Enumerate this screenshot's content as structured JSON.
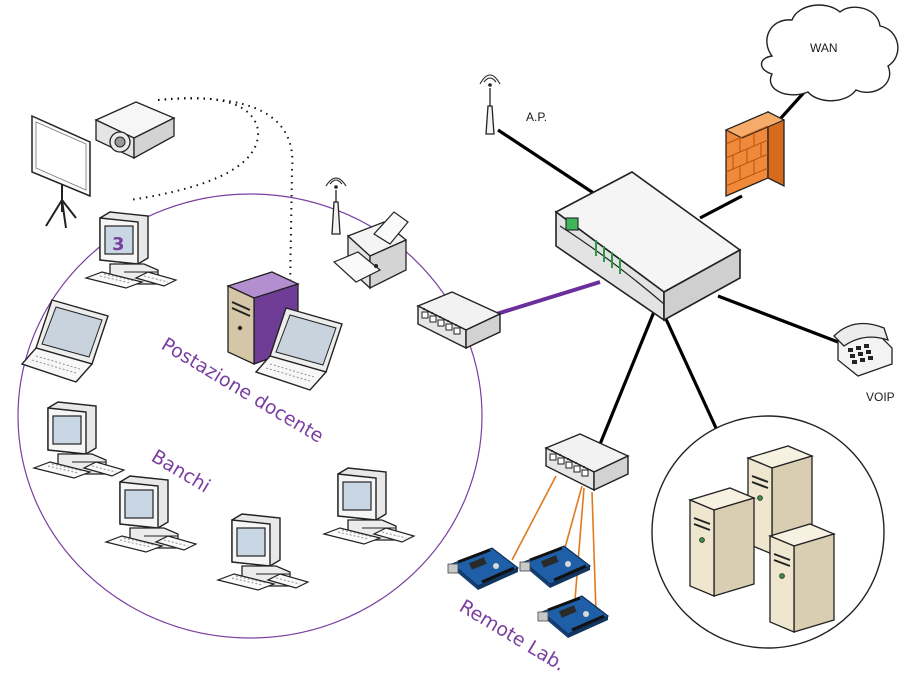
{
  "labels": {
    "wan": "WAN",
    "access_point": "A.P.",
    "voip": "VOIP",
    "teacher_station": "Postazione docente",
    "desks": "Banchi",
    "remote_lab": "Remote Lab.",
    "monitor_badge": "3"
  },
  "colors": {
    "lan_area": "#7a3fa0",
    "uplink": "#6b2f9b",
    "serial": "#e07a1f",
    "firewall": "#f08a3a",
    "device_body": "#f2f2f2",
    "outline": "#222222",
    "server": "#efe6cf",
    "board": "#1e5fa8"
  },
  "icons": [
    "cloud-icon",
    "firewall-icon",
    "router-icon",
    "access-point-icon",
    "switch-icon",
    "printer-icon",
    "projector-icon",
    "projection-screen-icon",
    "desktop-computer-icon",
    "laptop-icon",
    "server-tower-icon",
    "arduino-board-icon",
    "telephone-icon"
  ]
}
